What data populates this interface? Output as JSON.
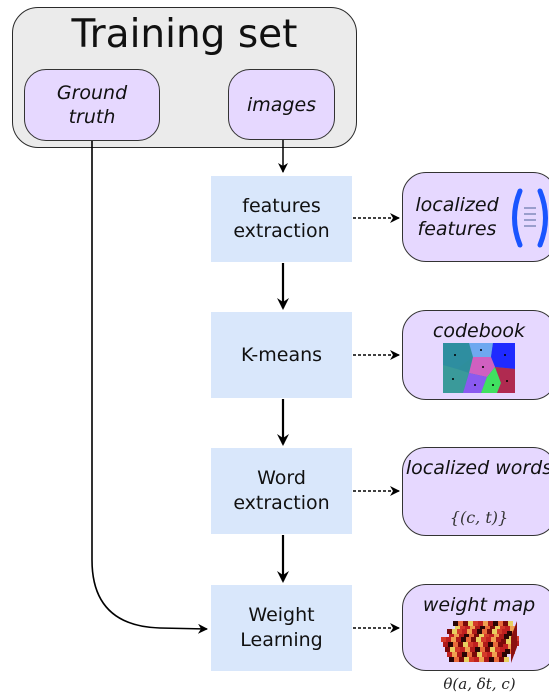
{
  "training_set": {
    "title": "Training set",
    "ground_truth": "Ground truth",
    "images": "images"
  },
  "steps": [
    {
      "label": "features extraction"
    },
    {
      "label": "K-means"
    },
    {
      "label": "Word extraction"
    },
    {
      "label": "Weight Learning"
    }
  ],
  "outputs": {
    "features": {
      "label": "localized features"
    },
    "codebook": {
      "label": "codebook"
    },
    "words": {
      "label": "localized words",
      "formula": "{(c, t)}"
    },
    "weight_map": {
      "label": "weight map",
      "formula": "θ(a, δt, c)"
    }
  },
  "colors": {
    "training_bg": "#ebebeb",
    "pill_bg": "#e6d8ff",
    "step_bg": "#d9e7fb",
    "bracket": "#1a55ff"
  }
}
